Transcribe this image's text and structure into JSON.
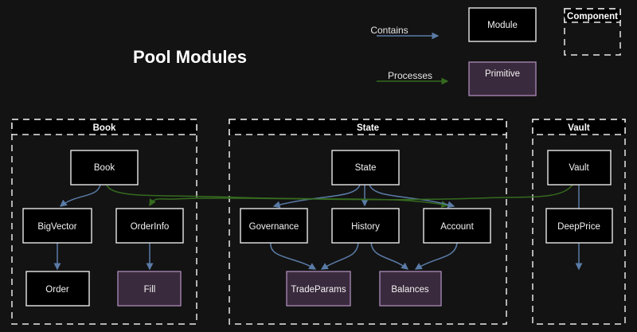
{
  "page": {
    "title": "Pool Modules",
    "background_color": "#131313"
  },
  "colors": {
    "module_fill": "#000000",
    "module_stroke": "#e8e8e8",
    "primitive_fill": "#3a2a3d",
    "primitive_stroke": "#a384b0",
    "contains_edge": "#5a7ba6",
    "processes_edge": "#356b1f",
    "text": "#f2f2f2"
  },
  "legend": {
    "edges": [
      {
        "label": "Contains",
        "color": "#5a7ba6",
        "name": "contains"
      },
      {
        "label": "Processes",
        "color": "#356b1f",
        "name": "processes"
      }
    ],
    "shapes": [
      {
        "label": "Module",
        "kind": "module"
      },
      {
        "label": "Primitive",
        "kind": "primitive"
      },
      {
        "label": "Component",
        "kind": "component"
      }
    ]
  },
  "clusters": [
    {
      "id": "book",
      "label": "Book"
    },
    {
      "id": "state",
      "label": "State"
    },
    {
      "id": "vault",
      "label": "Vault"
    }
  ],
  "nodes": [
    {
      "id": "book",
      "label": "Book",
      "kind": "module",
      "cluster": "book"
    },
    {
      "id": "bigvector",
      "label": "BigVector",
      "kind": "module",
      "cluster": "book"
    },
    {
      "id": "orderinfo",
      "label": "OrderInfo",
      "kind": "module",
      "cluster": "book"
    },
    {
      "id": "order",
      "label": "Order",
      "kind": "module",
      "cluster": "book"
    },
    {
      "id": "fill",
      "label": "Fill",
      "kind": "primitive",
      "cluster": "book"
    },
    {
      "id": "state",
      "label": "State",
      "kind": "module",
      "cluster": "state"
    },
    {
      "id": "governance",
      "label": "Governance",
      "kind": "module",
      "cluster": "state"
    },
    {
      "id": "history",
      "label": "History",
      "kind": "module",
      "cluster": "state"
    },
    {
      "id": "account",
      "label": "Account",
      "kind": "module",
      "cluster": "state"
    },
    {
      "id": "tradeparams",
      "label": "TradeParams",
      "kind": "primitive",
      "cluster": "state"
    },
    {
      "id": "balances",
      "label": "Balances",
      "kind": "primitive",
      "cluster": "state"
    },
    {
      "id": "vault",
      "label": "Vault",
      "kind": "module",
      "cluster": "vault"
    },
    {
      "id": "deepprice",
      "label": "DeepPrice",
      "kind": "module",
      "cluster": "vault"
    }
  ],
  "edges": [
    {
      "from": "book",
      "to": "bigvector",
      "type": "Contains"
    },
    {
      "from": "bigvector",
      "to": "order",
      "type": "Contains"
    },
    {
      "from": "orderinfo",
      "to": "fill",
      "type": "Contains"
    },
    {
      "from": "book",
      "to": "account",
      "type": "Processes"
    },
    {
      "from": "state",
      "to": "governance",
      "type": "Contains"
    },
    {
      "from": "state",
      "to": "history",
      "type": "Contains"
    },
    {
      "from": "state",
      "to": "account",
      "type": "Contains"
    },
    {
      "from": "governance",
      "to": "tradeparams",
      "type": "Contains"
    },
    {
      "from": "history",
      "to": "tradeparams",
      "type": "Contains"
    },
    {
      "from": "history",
      "to": "balances",
      "type": "Contains"
    },
    {
      "from": "account",
      "to": "balances",
      "type": "Contains"
    },
    {
      "from": "vault",
      "to": "deepprice",
      "type": "Contains"
    },
    {
      "from": "vault",
      "to": "orderinfo",
      "type": "Processes"
    }
  ]
}
